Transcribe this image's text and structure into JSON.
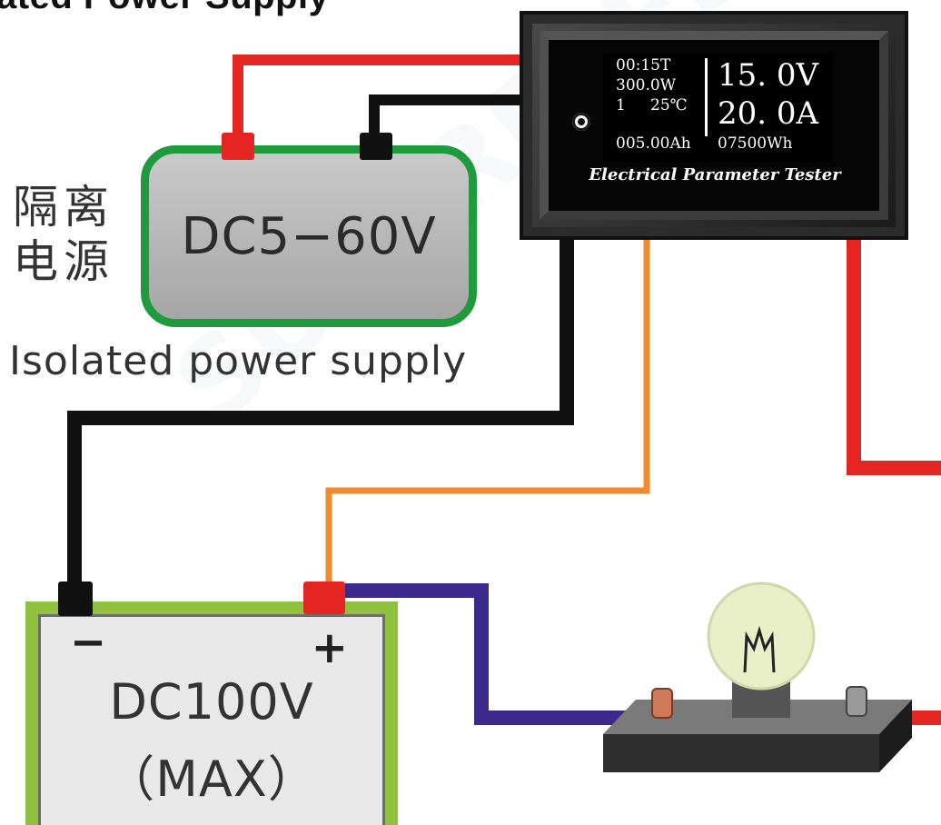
{
  "heading": "ated Power Supply",
  "isolated_psu": {
    "label_cn": "隔离电源",
    "label": "DC5−60V",
    "caption": "Isolated power supply"
  },
  "meter": {
    "time": "00:15T",
    "power": "300.0W",
    "extra": "1",
    "temp": "25℃",
    "voltage": "15. 0V",
    "current": "20. 0A",
    "capacity": "005.00Ah",
    "energy": "07500Wh",
    "title": "Electrical Parameter Tester"
  },
  "battery": {
    "minus": "−",
    "plus": "+",
    "line1": "DC100V",
    "line2": "（MAX）"
  },
  "watermark": "SUPEREYES",
  "colors": {
    "red_wire": "#e52521",
    "black_wire": "#111111",
    "orange_wire": "#f08a2c",
    "purple_wire": "#3b2a8c",
    "psu_border": "#1f9a3c",
    "battery_frame": "#8fc13e"
  }
}
